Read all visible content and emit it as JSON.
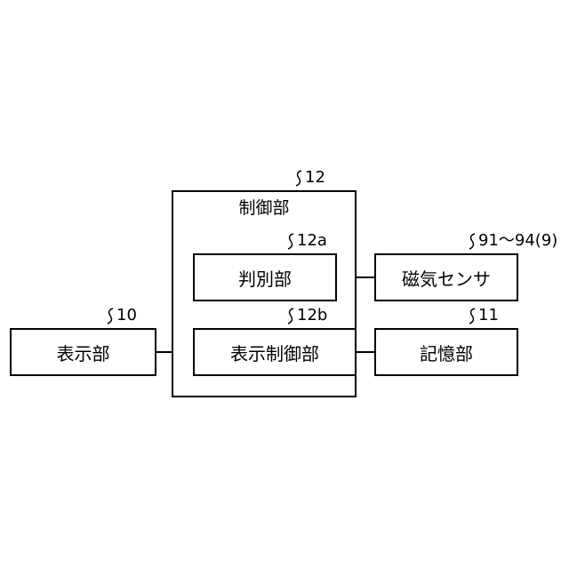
{
  "diagram": {
    "control_unit": {
      "label": "制御部",
      "ref": "12"
    },
    "determination_unit": {
      "label": "判別部",
      "ref": "12a"
    },
    "display_control_unit": {
      "label": "表示制御部",
      "ref": "12b"
    },
    "display_unit": {
      "label": "表示部",
      "ref": "10"
    },
    "magnetic_sensor": {
      "label": "磁気センサ",
      "ref": "91～94(9)"
    },
    "storage_unit": {
      "label": "記憶部",
      "ref": "11"
    }
  }
}
